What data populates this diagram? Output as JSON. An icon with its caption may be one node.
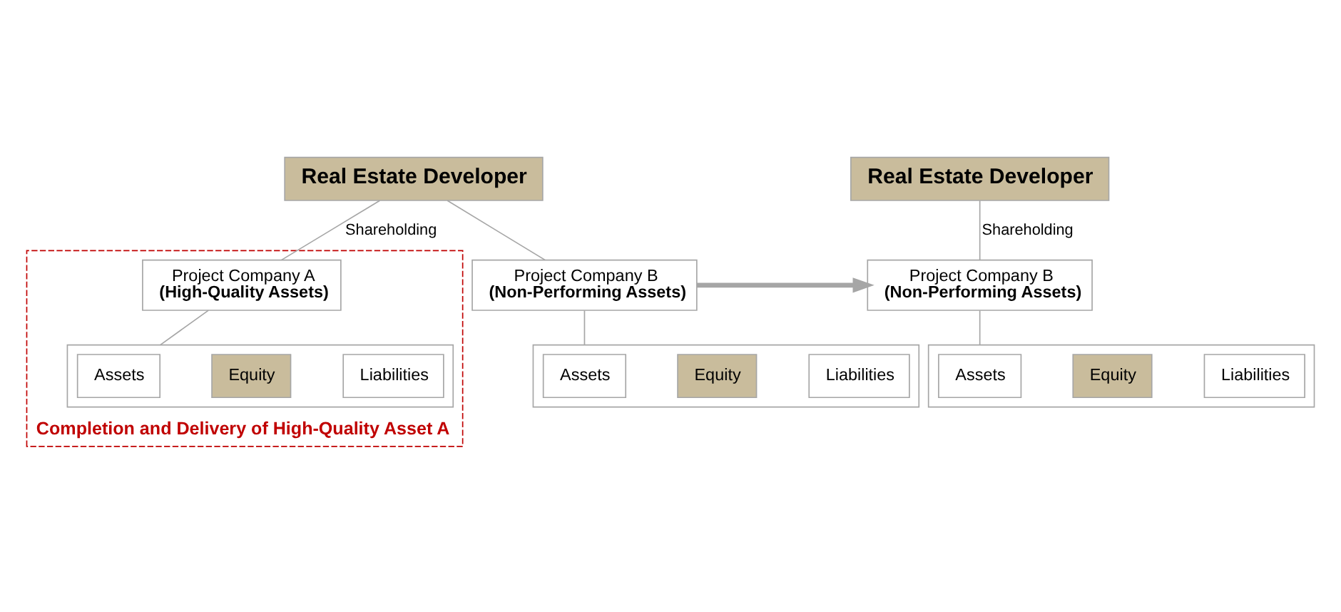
{
  "diagram": {
    "nodes": [
      {
        "text": [
          "Real Estate Developer"
        ]
      },
      {
        "text": [
          "Completion and Delivery of High-Quality Asset A"
        ]
      },
      {
        "text": [
          "Project Company A",
          "(High-Quality Assets)"
        ],
        "in": 1
      },
      {
        "text": [],
        "shape": "box",
        "in": 1
      },
      {
        "text": [
          "Assets"
        ],
        "in": 3
      },
      {
        "text": [
          "Equity"
        ],
        "in": 3
      },
      {
        "text": [
          "Liabilities"
        ],
        "in": 3
      },
      {
        "text": [
          "Project Company B",
          "(Non-Performing Assets)"
        ]
      },
      {
        "text": [],
        "shape": "box"
      },
      {
        "text": [
          "Assets"
        ],
        "in": 8
      },
      {
        "text": [
          "Equity"
        ],
        "in": 8
      },
      {
        "text": [
          "Liabilities"
        ],
        "in": 8
      },
      {
        "text": [
          "Real Estate Developer"
        ]
      },
      {
        "text": [
          "Project Company B",
          "(Non-Performing Assets)"
        ]
      },
      {
        "text": [],
        "shape": "box"
      },
      {
        "text": [
          "Assets"
        ],
        "in": 14
      },
      {
        "text": [
          "Equity"
        ],
        "in": 14
      },
      {
        "text": [
          "Liabilities"
        ],
        "in": 14
      }
    ],
    "edges": [
      {
        "from": 0,
        "to": 2,
        "arrow": "none",
        "label": "Shareholding"
      },
      {
        "from": 0,
        "to": 7,
        "arrow": "none"
      },
      {
        "from": 2,
        "to": 3,
        "arrow": "none"
      },
      {
        "from": 7,
        "to": 8,
        "arrow": "none"
      },
      {
        "from": 7,
        "to": 13,
        "arrow": "to",
        "style": "thick"
      },
      {
        "from": 12,
        "to": 13,
        "arrow": "none",
        "label": "Shareholding"
      },
      {
        "from": 13,
        "to": 14,
        "arrow": "none"
      }
    ]
  }
}
